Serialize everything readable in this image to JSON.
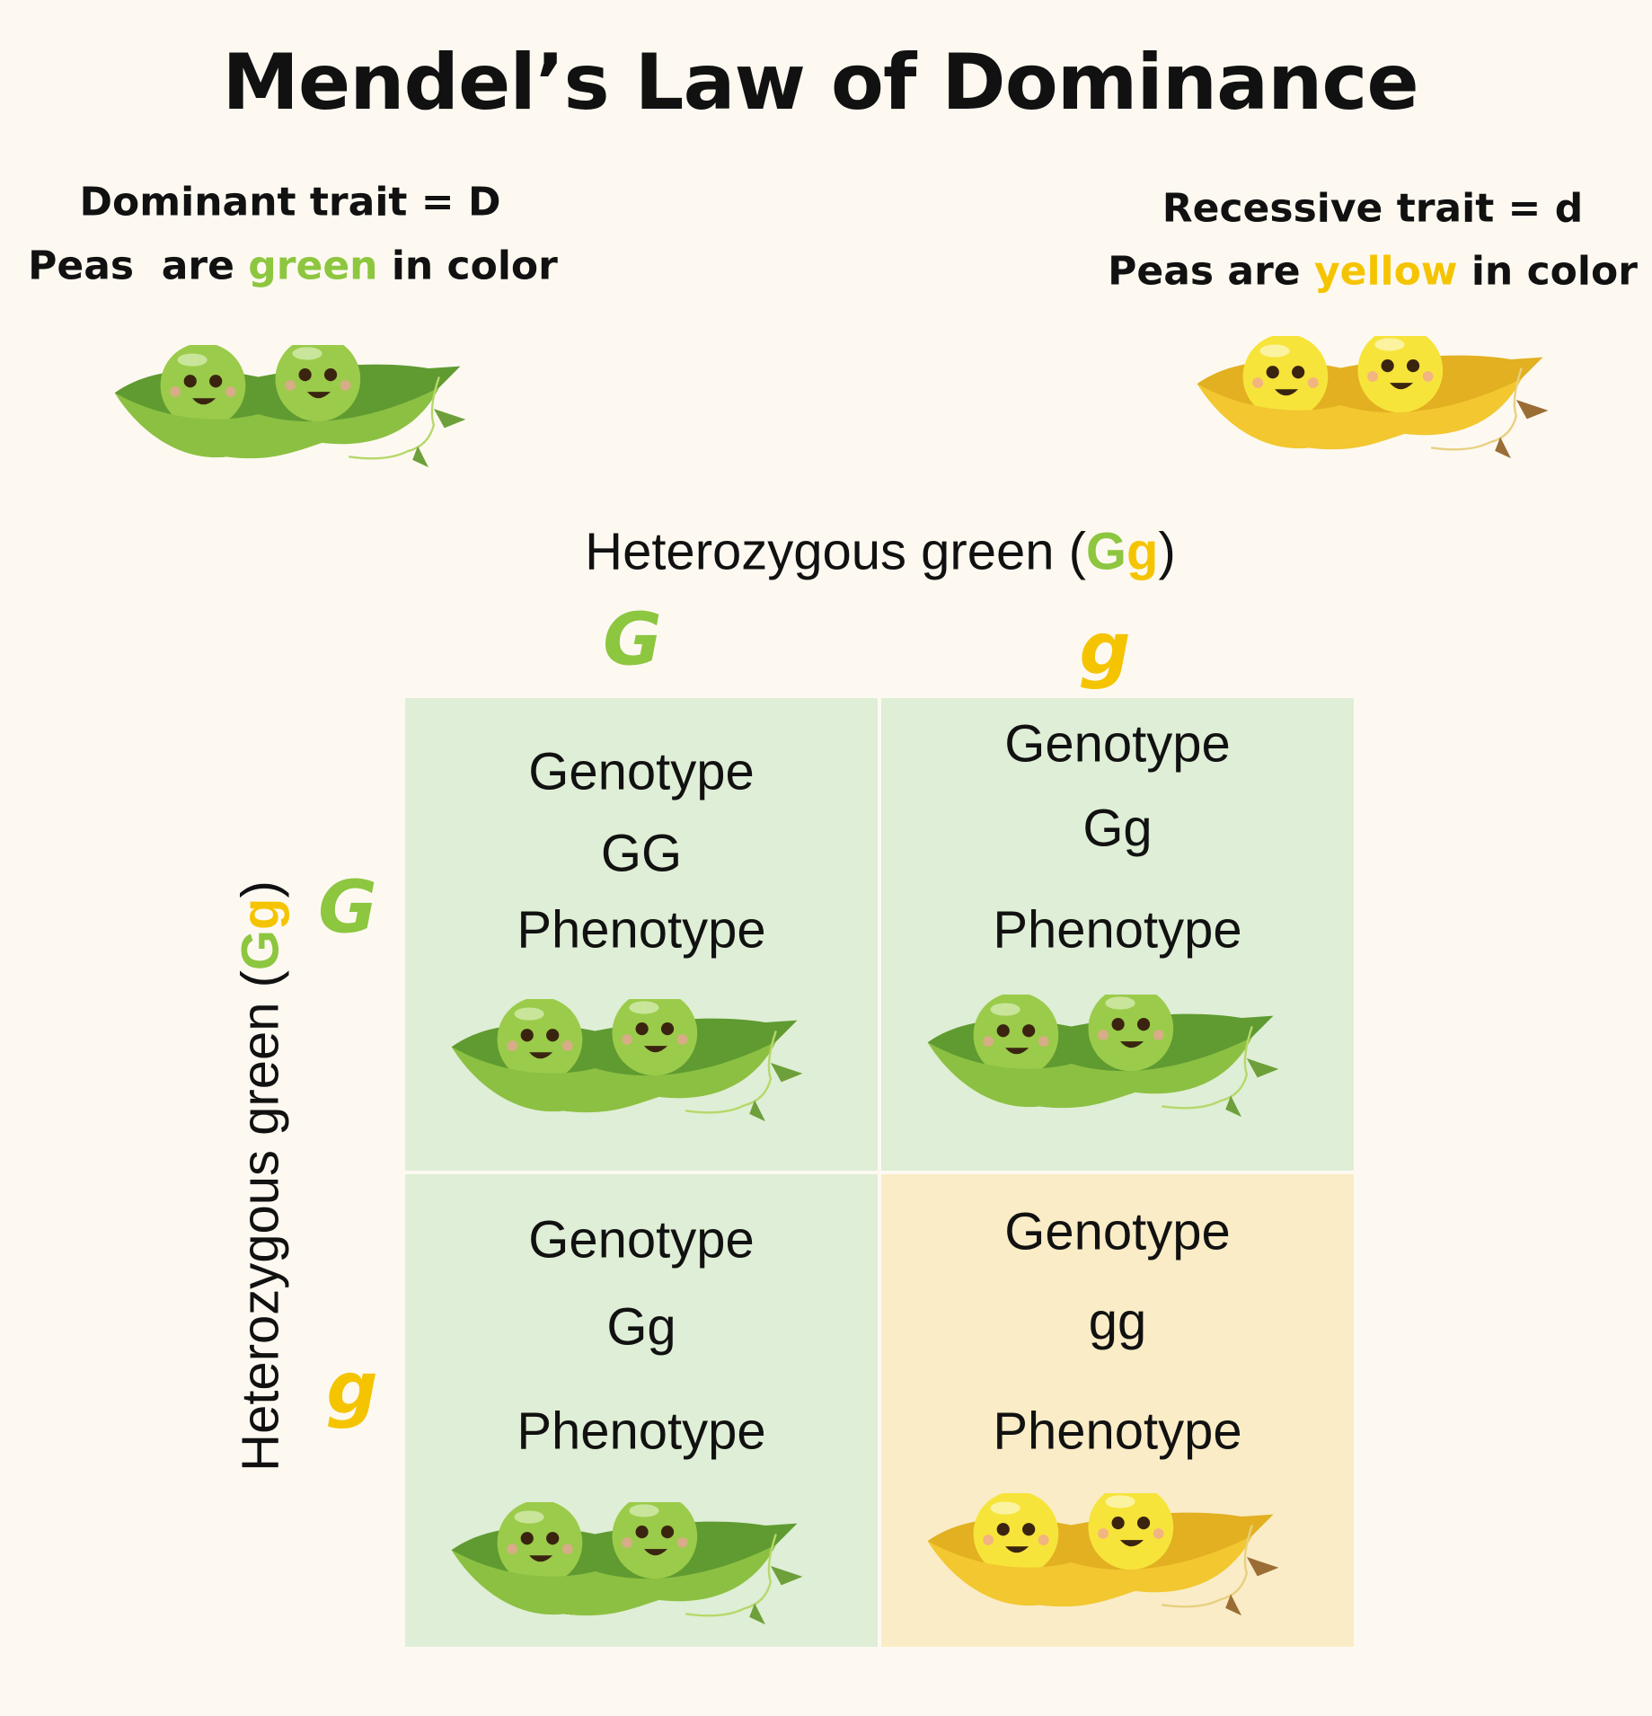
{
  "title": "Mendel’s Law of Dominance",
  "dominant": {
    "line1": "Dominant trait = D",
    "line2_pre": "Peas  are ",
    "line2_color": "green",
    "line2_post": " in color"
  },
  "recessive": {
    "line1": "Recessive trait = d",
    "line2_pre": "Peas are ",
    "line2_color": "yellow",
    "line2_post": " in color"
  },
  "top_parent": {
    "pre": "Heterozygous green (",
    "a1": "G",
    "a2": "g",
    "post": ")"
  },
  "side_parent": {
    "pre": "Heterozygous green (",
    "a1": "G",
    "a2": "g",
    "post": ")"
  },
  "top_alleles": [
    "G",
    "g"
  ],
  "side_alleles": [
    "G",
    "g"
  ],
  "cells": [
    {
      "genotype_label": "Genotype",
      "genotype": "GG",
      "phenotype_label": "Phenotype",
      "phenotype_icon": "green-pea-pod-icon"
    },
    {
      "genotype_label": "Genotype",
      "genotype": "Gg",
      "phenotype_label": "Phenotype",
      "phenotype_icon": "green-pea-pod-icon"
    },
    {
      "genotype_label": "Genotype",
      "genotype": "Gg",
      "phenotype_label": "Phenotype",
      "phenotype_icon": "green-pea-pod-icon"
    },
    {
      "genotype_label": "Genotype",
      "genotype": "gg",
      "phenotype_label": "Phenotype",
      "phenotype_icon": "yellow-pea-pod-icon"
    }
  ],
  "colors": {
    "background": "#fdf9f1",
    "dominant_green": "#8dc63f",
    "recessive_yellow": "#f5c400",
    "green_cell": "#dfeed6",
    "yellow_cell": "#f9ecc6"
  }
}
